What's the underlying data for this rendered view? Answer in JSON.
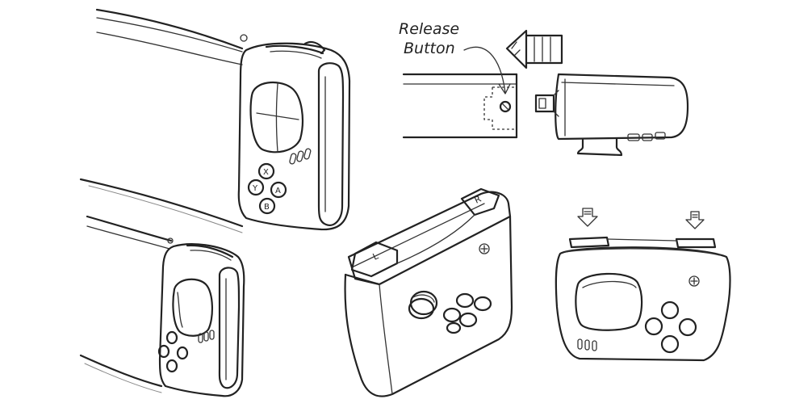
{
  "callout": {
    "line1": "Release",
    "line2": "Button"
  },
  "face_buttons": {
    "x": "X",
    "y": "Y",
    "a": "A",
    "b": "B"
  },
  "shoulders": {
    "left": "L",
    "right": "R"
  }
}
